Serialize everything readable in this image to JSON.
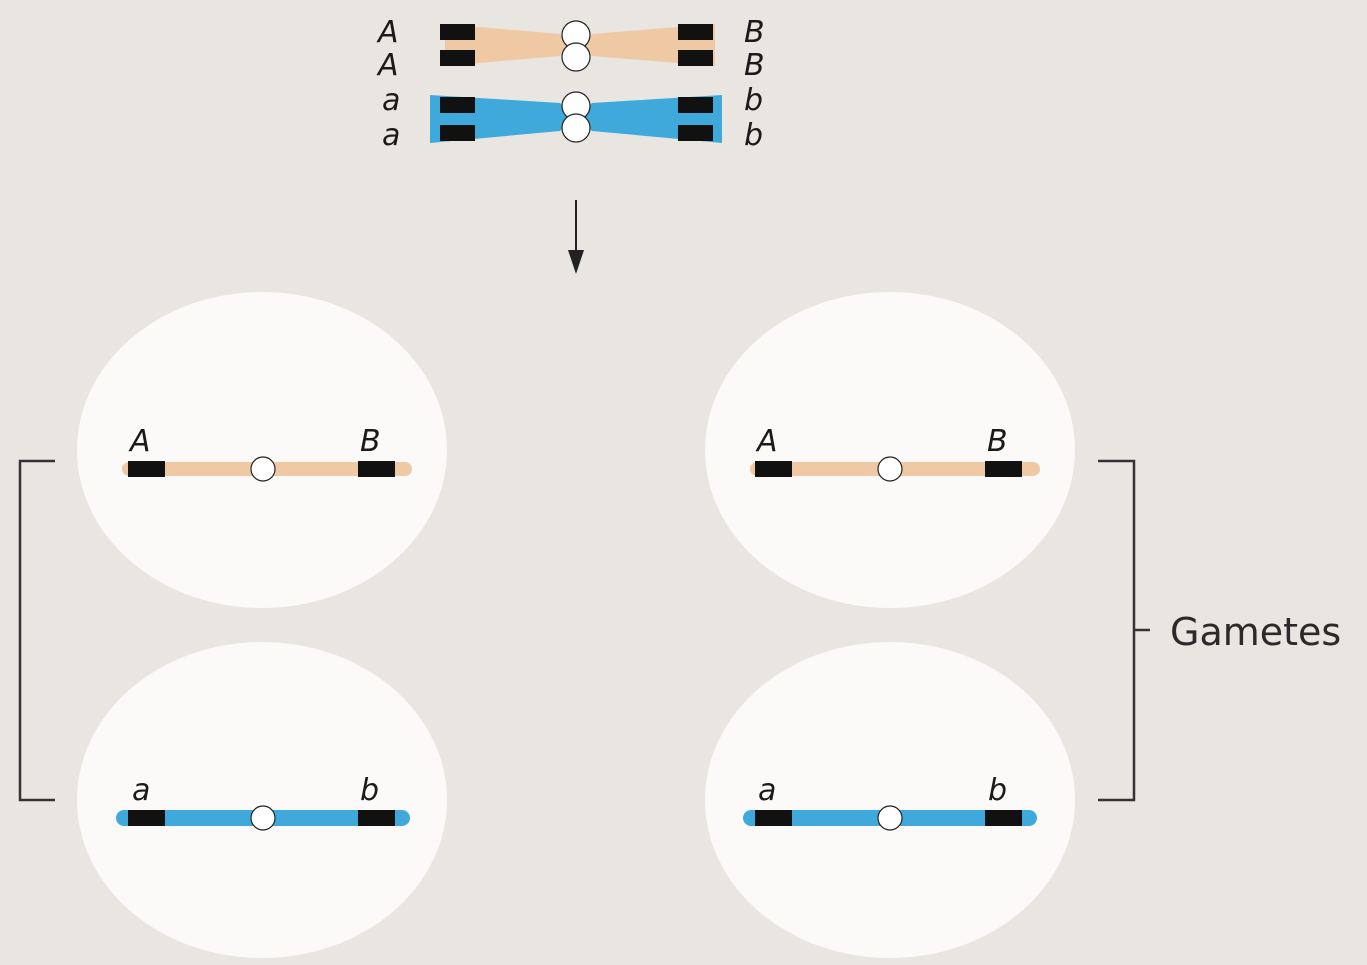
{
  "colors": {
    "background": "#e9e5e1",
    "cell": "#fbfaf9",
    "chromosome_dominant": "#efc9a4",
    "chromosome_recessive": "#3fa9dc",
    "gene_band": "#111111",
    "centromere": "#ffffff",
    "bracket": "#333333"
  },
  "parent_pair": {
    "left_labels": [
      "A",
      "A",
      "a",
      "a"
    ],
    "right_labels": [
      "B",
      "B",
      "b",
      "b"
    ]
  },
  "gametes": [
    {
      "left": "A",
      "right": "B",
      "color": "dominant"
    },
    {
      "left": "a",
      "right": "b",
      "color": "recessive"
    },
    {
      "left": "A",
      "right": "B",
      "color": "dominant"
    },
    {
      "left": "a",
      "right": "b",
      "color": "recessive"
    }
  ],
  "gametes_label": "Gametes"
}
